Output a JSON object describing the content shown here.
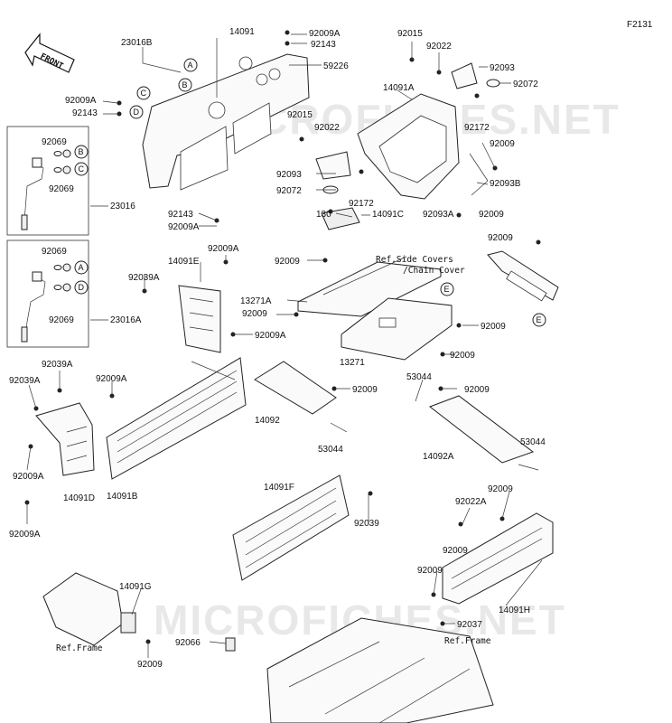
{
  "figure_id": "F2131",
  "front_label": "FRONT",
  "watermark": "MICROFICHES.NET",
  "refs": {
    "side_covers_line1": "Ref.Side Covers",
    "side_covers_line2": "/Chain Cover",
    "frame_left": "Ref.Frame",
    "frame_right": "Ref.Frame"
  },
  "callouts": [
    "A",
    "B",
    "C",
    "D",
    "E"
  ],
  "labels": {
    "p23016B": "23016B",
    "p14091_top": "14091",
    "p92009A_t1": "92009A",
    "p92143_t1": "92143",
    "p59226": "59226",
    "p92009A_l1": "92009A",
    "p92143_l1": "92143",
    "p92143_mid": "92143",
    "p92009A_mid": "92009A",
    "p92069_1": "92069",
    "p92069_2": "92069",
    "p23016": "23016",
    "p92069_3": "92069",
    "p92069_4": "92069",
    "p23016A": "23016A",
    "p92015_top": "92015",
    "p92022_top": "92022",
    "p92093_top": "92093",
    "p92072_top": "92072",
    "p14091A": "14091A",
    "p92172_top": "92172",
    "p92015_mid": "92015",
    "p92022_mid": "92022",
    "p92009_rt": "92009",
    "p92093_mid": "92093",
    "p92093B": "92093B",
    "p92072_mid": "92072",
    "p92172_mid": "92172",
    "p92009_r2": "92009",
    "p92093A": "92093A",
    "p130": "130",
    "p14091C": "14091C",
    "p92009_r3": "92009",
    "p92009A_e": "92009A",
    "p14091E": "14091E",
    "p92039A_1": "92039A",
    "p92009_c1": "92009",
    "p13271A": "13271A",
    "p92009_c2": "92009",
    "p92009A_c3": "92009A",
    "p92009_c4": "92009",
    "p13271": "13271",
    "p92009_c5": "92009",
    "p53044_1": "53044",
    "p92009_c6": "92009",
    "p92039A_2": "92039A",
    "p92039A_3": "92039A",
    "p92009A_b1": "92009A",
    "p92009_c7": "92009",
    "p14092": "14092",
    "p53044_2": "53044",
    "p14092A": "14092A",
    "p53044_3": "53044",
    "p92009A_b2": "92009A",
    "p14091D": "14091D",
    "p14091B": "14091B",
    "p92009A_b3": "92009A",
    "p14091F": "14091F",
    "p92039": "92039",
    "p92009_f1": "92009",
    "p92022A": "92022A",
    "p92009_f2": "92009",
    "p92009_f3": "92009",
    "p14091H": "14091H",
    "p14091G": "14091G",
    "p92037": "92037",
    "p92066": "92066",
    "p92009_g": "92009"
  }
}
